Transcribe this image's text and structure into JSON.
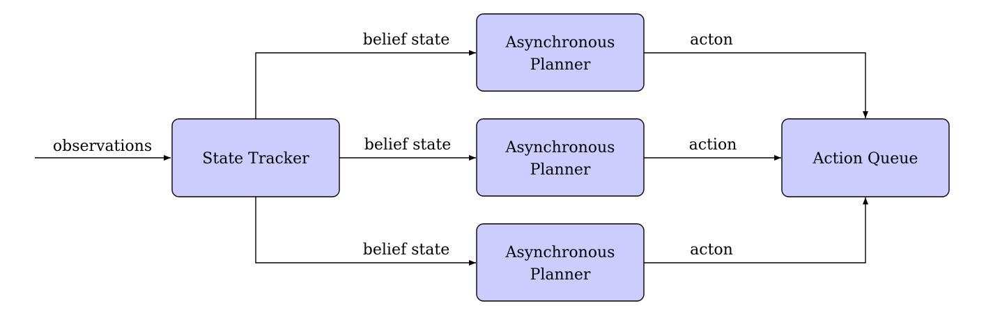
{
  "diagram": {
    "colors": {
      "node_fill": "#ccccff",
      "node_stroke": "#000000",
      "edge": "#000000",
      "text": "#000000"
    },
    "nodes": {
      "state_tracker": {
        "label": "State Tracker"
      },
      "planner_top": {
        "line1": "Asynchronous",
        "line2": "Planner"
      },
      "planner_middle": {
        "line1": "Asynchronous",
        "line2": "Planner"
      },
      "planner_bottom": {
        "line1": "Asynchronous",
        "line2": "Planner"
      },
      "action_queue": {
        "label": "Action Queue"
      }
    },
    "edges": {
      "input": {
        "label": "observations"
      },
      "tracker_to_top": {
        "label": "belief state"
      },
      "tracker_to_middle": {
        "label": "belief state"
      },
      "tracker_to_bottom": {
        "label": "belief state"
      },
      "top_to_queue": {
        "label": "acton"
      },
      "middle_to_queue": {
        "label": "action"
      },
      "bottom_to_queue": {
        "label": "acton"
      }
    }
  }
}
